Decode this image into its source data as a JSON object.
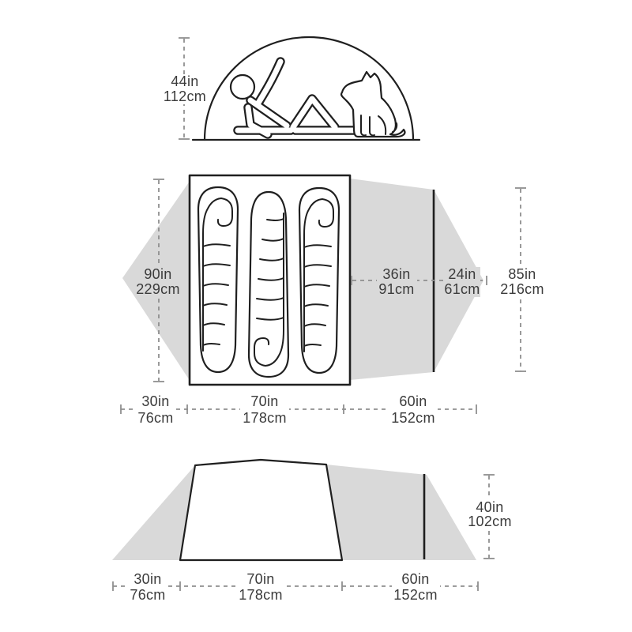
{
  "colors": {
    "background": "#ffffff",
    "vestibule_fill": "#d9d9d9",
    "outline": "#1f1f1f",
    "dimension_line": "#8f8f8f",
    "dimension_text": "#3b3b3b"
  },
  "side_view": {
    "height": {
      "in": "44in",
      "cm": "112cm"
    }
  },
  "floor_plan": {
    "floor_length": {
      "in": "90in",
      "cm": "229cm"
    },
    "vestibule_inner_depth": {
      "in": "36in",
      "cm": "91cm"
    },
    "vestibule_outer_depth": {
      "in": "24in",
      "cm": "61cm"
    },
    "overall_length": {
      "in": "85in",
      "cm": "216cm"
    },
    "width_segments": [
      {
        "in": "30in",
        "cm": "76cm"
      },
      {
        "in": "70in",
        "cm": "178cm"
      },
      {
        "in": "60in",
        "cm": "152cm"
      }
    ]
  },
  "side_profile": {
    "height": {
      "in": "40in",
      "cm": "102cm"
    },
    "width_segments": [
      {
        "in": "30in",
        "cm": "76cm"
      },
      {
        "in": "70in",
        "cm": "178cm"
      },
      {
        "in": "60in",
        "cm": "152cm"
      }
    ]
  }
}
